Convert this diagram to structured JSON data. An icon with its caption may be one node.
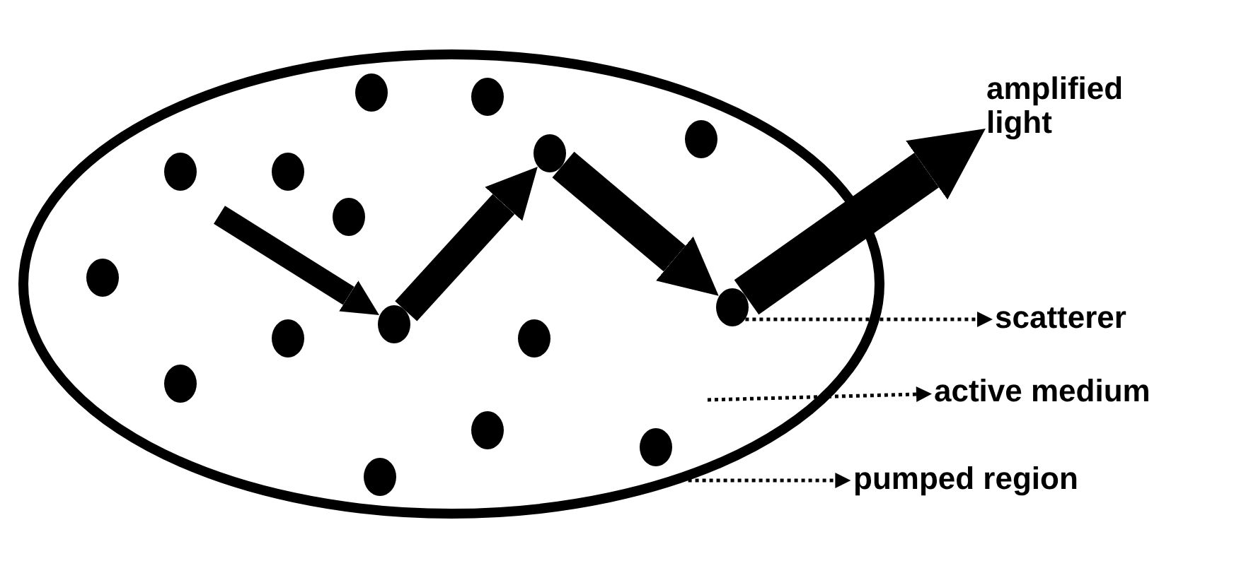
{
  "diagram": {
    "nodes": [
      {
        "text": [],
        "shape": "ellipse"
      },
      {
        "text": [],
        "shape": "circle",
        "in": 0
      },
      {
        "text": [],
        "shape": "circle",
        "in": 0
      },
      {
        "text": [],
        "shape": "circle",
        "in": 0
      },
      {
        "text": [],
        "shape": "circle",
        "in": 0
      },
      {
        "text": [],
        "shape": "circle",
        "in": 0
      },
      {
        "text": [],
        "shape": "circle",
        "in": 0
      },
      {
        "text": [],
        "shape": "circle",
        "in": 0
      },
      {
        "text": [],
        "shape": "circle",
        "in": 0
      },
      {
        "text": [],
        "shape": "circle",
        "in": 0
      },
      {
        "text": [],
        "shape": "circle",
        "in": 0
      },
      {
        "text": [],
        "shape": "circle",
        "in": 0
      },
      {
        "text": [],
        "shape": "circle",
        "in": 0
      },
      {
        "text": [],
        "shape": "circle",
        "in": 0
      },
      {
        "text": [],
        "shape": "circle",
        "in": 0
      },
      {
        "text": [],
        "shape": "circle",
        "in": 0
      },
      {
        "text": [],
        "shape": "circle",
        "in": 0
      },
      {
        "text": [
          "amplified light"
        ]
      },
      {
        "text": [
          "scatterer"
        ]
      },
      {
        "text": [
          "active medium"
        ]
      },
      {
        "text": [
          "pumped region"
        ]
      }
    ],
    "edges": [
      {
        "from": null,
        "to": 10,
        "arrow": "to"
      },
      {
        "from": 10,
        "to": 4,
        "arrow": "to"
      },
      {
        "from": 4,
        "to": 9,
        "arrow": "to"
      },
      {
        "from": 9,
        "to": 17,
        "arrow": "to",
        "style": "thick"
      },
      {
        "from": 9,
        "to": 18,
        "arrow": "to",
        "style": "dashed"
      },
      {
        "from": null,
        "to": 19,
        "arrow": "to",
        "style": "dashed"
      },
      {
        "from": 0,
        "to": 20,
        "arrow": "to",
        "style": "dashed"
      }
    ]
  }
}
